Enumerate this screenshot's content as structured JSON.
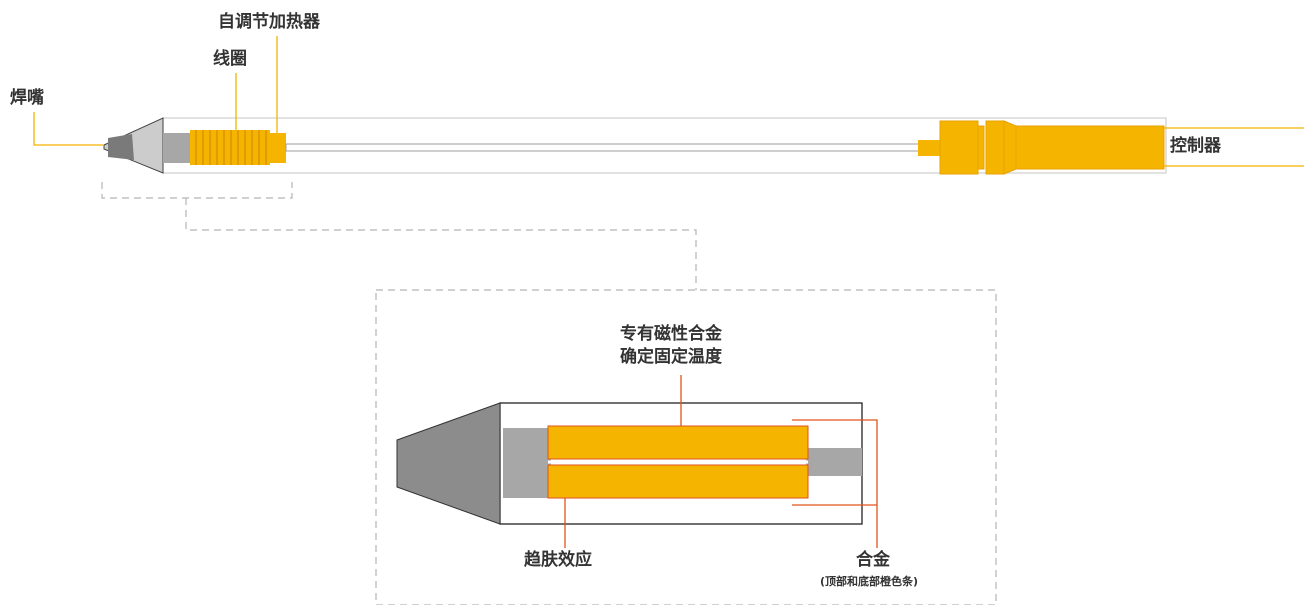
{
  "labels": {
    "tip": "焊嘴",
    "coil": "线圈",
    "heater": "自调节加热器",
    "controller": "控制器",
    "alloy_line1": "专有磁性合金",
    "alloy_line2": "确定固定温度",
    "skin_effect": "趋肤效应",
    "alloy": "合金",
    "alloy_note": "(顶部和底部橙色条)"
  },
  "colors": {
    "accent": "#f5b400",
    "accent_dark": "#e8a200",
    "leader_red": "#e0531e",
    "outline": "#222222",
    "tip_gray": "#8c8c8c",
    "shaft_gray": "#a7a7a7",
    "dash": "#b5b5b5"
  }
}
